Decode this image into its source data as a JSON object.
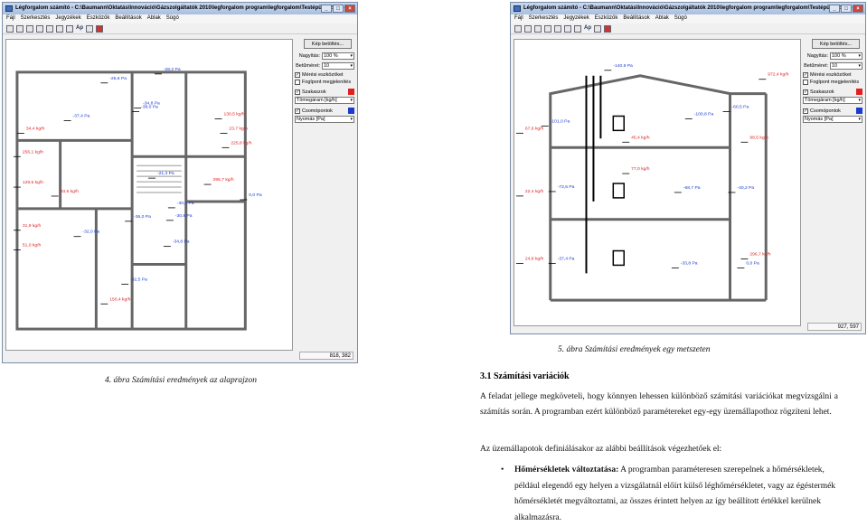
{
  "win1": {
    "title": "Légforgalom számító - C:\\Baumann\\Oktatás\\Innováció\\Gázszolgáltatók 2010\\legforgalom program\\legforgalom\\Testépület 2.lfp - ...",
    "menu": [
      "Fájl",
      "Szerkesztés",
      "Jegyzékek",
      "Eszközök",
      "Beállítások",
      "Ablak",
      "Súgó"
    ],
    "toolbar_label": "Ap",
    "panel": {
      "load_button": "Kép betöltés...",
      "zoom_label": "Nagyítás:",
      "zoom_value": "100 %",
      "font_label": "Betűméret:",
      "font_value": "10",
      "check1": "Mérési eszközöket",
      "check2": "Foglpont megjelenítés",
      "flow_label": "Szakaszok",
      "flow_unit": "Tömegáram [kg/h]",
      "node_label": "Csomópontok",
      "node_unit": "Nyomás [Pa]"
    },
    "status": "818, 382"
  },
  "win2": {
    "title": "Légforgalom számító - C:\\Baumann\\Oktatás\\Innováció\\Gázszolgáltatók 2010\\legforgalom program\\legforgalom\\Testépület 2.lfp - ...",
    "menu": [
      "Fájl",
      "Szerkesztés",
      "Jegyzékek",
      "Eszközök",
      "Beállítások",
      "Ablak",
      "Súgó"
    ],
    "toolbar_label": "Ap",
    "panel": {
      "load_button": "Kép betöltés...",
      "zoom_label": "Nagyítás:",
      "zoom_value": "100 %",
      "font_label": "Betűméret:",
      "font_value": "10",
      "check1": "Mérési eszközöket",
      "check2": "Foglpont megjelenítés",
      "flow_label": "Szakaszok",
      "flow_unit": "Tömegáram [kg/h]",
      "node_label": "Csomópontok",
      "node_unit": "Nyomás [Pa]"
    },
    "status": "927, 597"
  },
  "colors": {
    "flow": "#e02020",
    "node": "#1a3ad0"
  },
  "caption_left": "4. ábra Számítási eredmények az alaprajzon",
  "caption_right": "5. ábra Számítási eredmények egy metszeten",
  "heading": "3.1   Számítási variációk",
  "para1": "A feladat jellege megköveteli, hogy könnyen lehessen különböző számítási variációkat megvizsgálni a számítás során. A programban ezért különböző paramétereket egy-egy üzemállapothoz rögzíteni lehet.",
  "para2": "Az üzemállapotok definiálásakor az alábbi beállítások végezhetőek el:",
  "bullet_lead": "Hőmérsékletek változtatása:",
  "bullet_text": " A programban paraméteresen szerepelnek a hőmérsékletek, például elegendő egy helyen a vizsgálatnál előírt külső léghőmérsékletet, vagy az égéstermék hőmérsékletét megváltoztatni, az összes érintett helyen az így beállított értékkel kerülnek alkalmazásra.",
  "plan_labels": [
    "-28,2 Pa",
    "-25,6 Pa",
    "-37,4 Pa",
    "-34,8 Pa",
    "-21,3 Pa",
    "-38,0 Pa",
    "-30,6 Pa",
    "-30,8 Pa",
    "-32,0 Pa",
    "-34,8 Pa",
    "-36,0 Pa",
    "-32,5 Pa",
    "0,0 Pa",
    "34,4 kg/h",
    "256,1 kg/h",
    "129,5 kg/h",
    "31,9 kg/h",
    "51,0 kg/h",
    "93,6 kg/h",
    "130,5 kg/h",
    "23,7 kg/h",
    "225,8 kg/h",
    "295,7 kg/h",
    "150,4 kg/h"
  ],
  "section_labels": [
    "-140,9 Pa",
    "-101,0 Pa",
    "-100,8 Pa",
    "-60,5 Pa",
    "-72,6 Pa",
    "-68,7 Pa",
    "-40,2 Pa",
    "-37,4 Pa",
    "-33,8 Pa",
    "0,0 Pa",
    "67,6 kg/h",
    "22,4 kg/h",
    "24,8 kg/h",
    "972,4 kg/h",
    "98,5 kg/h",
    "296,7 kg/h",
    "77,0 kg/h",
    "45,4 kg/h"
  ]
}
